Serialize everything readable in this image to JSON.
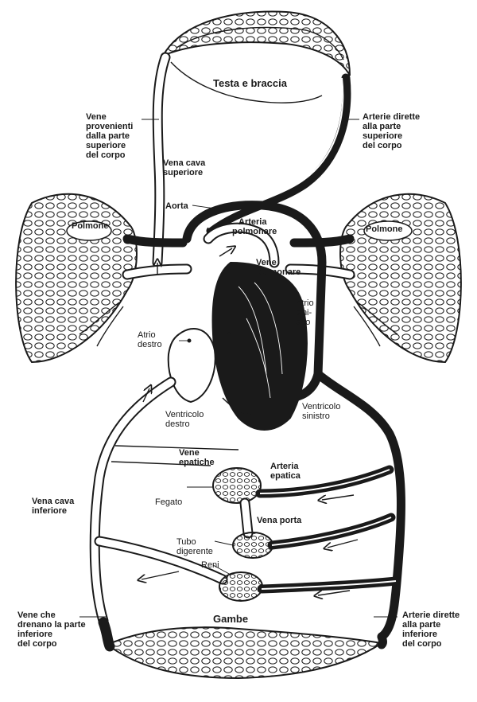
{
  "labels": {
    "head_arms": "Testa e braccia",
    "veins_upper_1": "Vene",
    "veins_upper_2": "provenienti",
    "veins_upper_3": "dalla parte",
    "veins_upper_4": "superiore",
    "veins_upper_5": "del corpo",
    "arteries_upper_1": "Arterie dirette",
    "arteries_upper_2": "alla parte",
    "arteries_upper_3": "superiore",
    "arteries_upper_4": "del corpo",
    "vena_cava_sup_1": "Vena cava",
    "vena_cava_sup_2": "superiore",
    "aorta": "Aorta",
    "pulm_artery_1": "Arteria",
    "pulm_artery_2": "polmonare",
    "lung_left": "Polmone",
    "lung_right": "Polmone",
    "pulm_veins_1": "Vene",
    "pulm_veins_2": "polmonare",
    "left_atrium_1": "Atrio",
    "left_atrium_2": "sini-",
    "left_atrium_3": "stro",
    "right_atrium_1": "Atrio",
    "right_atrium_2": "destro",
    "right_ventricle_1": "Ventricolo",
    "right_ventricle_2": "destro",
    "left_ventricle_1": "Ventricolo",
    "left_ventricle_2": "sinistro",
    "hepatic_veins_1": "Vene",
    "hepatic_veins_2": "epatiche",
    "hepatic_artery_1": "Arteria",
    "hepatic_artery_2": "epatica",
    "liver": "Fegato",
    "vena_cava_inf_1": "Vena cava",
    "vena_cava_inf_2": "inferiore",
    "portal_vein": "Vena porta",
    "gut_1": "Tubo",
    "gut_2": "digerente",
    "kidneys": "Reni",
    "legs": "Gambe",
    "veins_lower_1": "Vene che",
    "veins_lower_2": "drenano la parte",
    "veins_lower_3": "inferiore",
    "veins_lower_4": "del corpo",
    "arteries_lower_1": "Arterie dirette",
    "arteries_lower_2": "alla parte",
    "arteries_lower_3": "inferiore",
    "arteries_lower_4": "del corpo"
  }
}
